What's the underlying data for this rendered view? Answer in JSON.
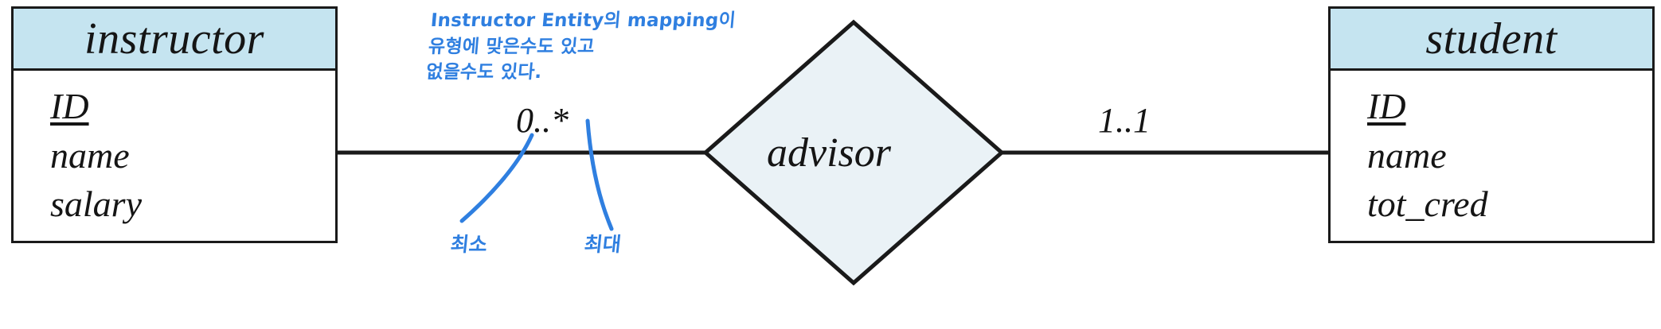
{
  "diagram": {
    "type": "er-diagram",
    "title_visible": false,
    "colors": {
      "entity_header_fill": "#c5e4f0",
      "entity_fill": "#ffffff",
      "relationship_fill": "#eaf2f6",
      "stroke": "#1a1a1a",
      "ink": "#2f7fe0",
      "text": "#151515"
    },
    "entities": [
      {
        "id": "instructor",
        "name": "instructor",
        "attributes": [
          {
            "label": "ID",
            "primary_key": true
          },
          {
            "label": "name",
            "primary_key": false
          },
          {
            "label": "salary",
            "primary_key": false
          }
        ]
      },
      {
        "id": "student",
        "name": "student",
        "attributes": [
          {
            "label": "ID",
            "primary_key": true
          },
          {
            "label": "name",
            "primary_key": false
          },
          {
            "label": "tot_cred",
            "primary_key": false
          }
        ]
      }
    ],
    "relationship": {
      "id": "advisor",
      "name": "advisor",
      "shape": "diamond"
    },
    "cardinalities": [
      {
        "id": "left",
        "label": "0..*",
        "side": "instructor"
      },
      {
        "id": "right",
        "label": "1..1",
        "side": "student"
      }
    ]
  },
  "annotations": {
    "note": {
      "lines": [
        "Instructor Entity의 mapping이",
        "유형에 맞은수도 있고",
        "없을수도 있다."
      ]
    },
    "callouts": [
      {
        "id": "min",
        "label": "최소",
        "points_to": "0"
      },
      {
        "id": "max",
        "label": "최대",
        "points_to": "*"
      }
    ]
  }
}
